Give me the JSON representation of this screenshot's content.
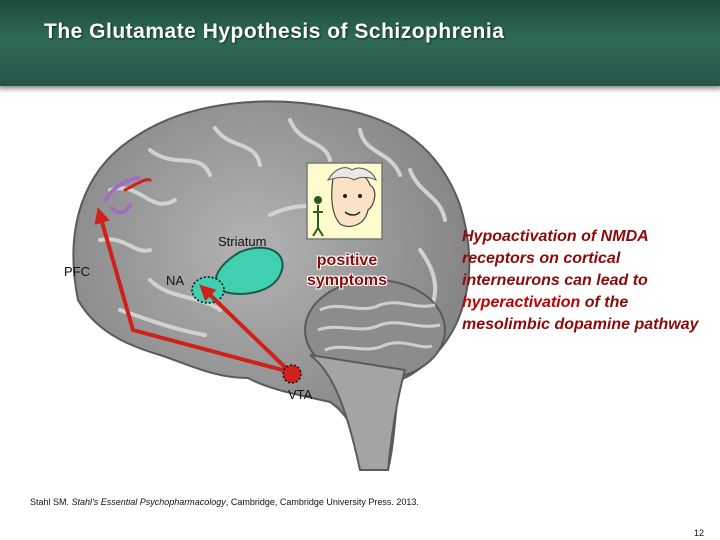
{
  "title": "The Glutamate Hypothesis of Schizophrenia",
  "diagram": {
    "labels": {
      "pfc": "PFC",
      "na": "NA",
      "striatum": "Striatum",
      "vta": "VTA",
      "positive_symptoms": "positive symptoms"
    },
    "colors": {
      "pathway": "#d0201c",
      "striatum_fill": "#40d0b0",
      "brain": "#9a9a9a",
      "text_red": "#8b0a0a"
    }
  },
  "side_text": {
    "part1": "Hypoactivation of NMDA receptors on cortical interneurons can lead to ",
    "highlight": "hyperactivation",
    "part2": " of the mesolimbic dopamine pathway"
  },
  "citation": {
    "prefix": "Stahl SM. ",
    "italic": "Stahl's Essential Psychopharmacology",
    "suffix": ", Cambridge, Cambridge University Press. 2013."
  },
  "page_number": "12"
}
